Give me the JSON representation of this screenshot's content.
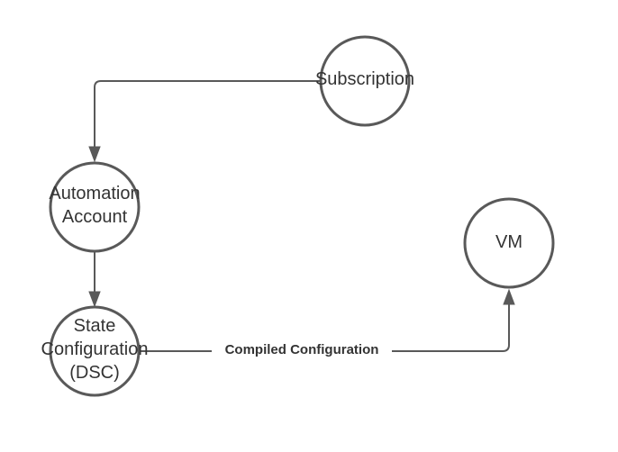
{
  "nodes": {
    "subscription": {
      "lines": [
        "Subscription"
      ]
    },
    "automation_account": {
      "lines": [
        "Automation",
        "Account"
      ]
    },
    "state_configuration": {
      "lines": [
        "State",
        "Configuration",
        "(DSC)"
      ]
    },
    "vm": {
      "lines": [
        "VM"
      ]
    }
  },
  "edges": [
    {
      "from": "subscription",
      "to": "automation_account",
      "label": ""
    },
    {
      "from": "automation_account",
      "to": "state_configuration",
      "label": ""
    },
    {
      "from": "state_configuration",
      "to": "vm",
      "label": "Compiled Configuration"
    }
  ],
  "colors": {
    "stroke": "#595959",
    "text": "#333333",
    "background": "#ffffff"
  }
}
